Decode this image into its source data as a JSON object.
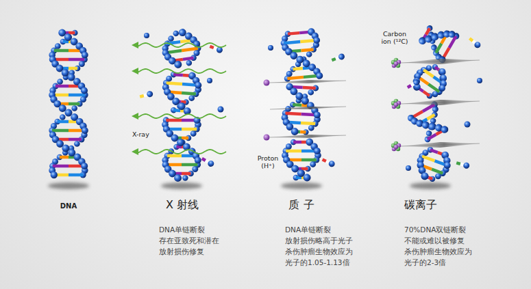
{
  "diagram": {
    "labels": [
      "DNA",
      "X-ray",
      "X 射线",
      "DNA单链断裂 存在亚致死和潜在 放射损伤修复",
      "Proton (H⁺)",
      "质 子",
      "DNA单链断裂 放射损伤略高于光子 杀伤肿瘤生物效应为 光子的1.05-1.13倍",
      "Carbon ion (¹²C)",
      "碳离子",
      "70%DNA双链断裂 不能或难以被修复 杀伤肿瘤生物效应为 光子的2-3倍"
    ]
  }
}
